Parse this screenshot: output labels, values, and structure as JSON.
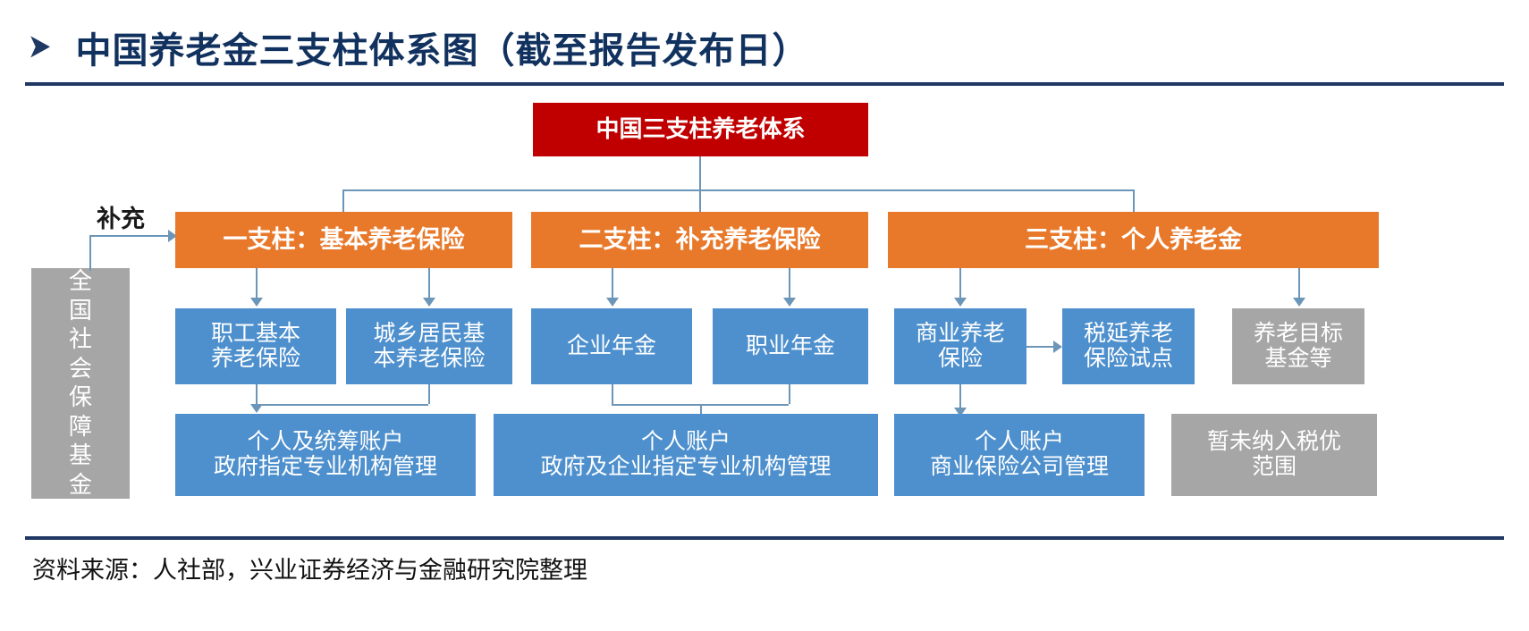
{
  "header": {
    "bullet_icon": "triangle-right-icon",
    "title": "中国养老金三支柱体系图（截至报告发布日）"
  },
  "diagram": {
    "root": {
      "label": "中国三支柱养老体系",
      "color": "#C00000"
    },
    "side_note": {
      "label": "补充"
    },
    "national_fund": {
      "label_lines": [
        "全",
        "国",
        "社",
        "会",
        "保",
        "障",
        "基",
        "金"
      ],
      "label": "全国社会保障基金",
      "color": "#A6A6A6"
    },
    "pillars": [
      {
        "label": "一支柱：基本养老保险",
        "color": "#E8792B"
      },
      {
        "label": "二支柱：补充养老保险",
        "color": "#E8792B"
      },
      {
        "label": "三支柱：个人养老金",
        "color": "#E8792B"
      }
    ],
    "schemes": [
      {
        "lines": [
          "职工基本",
          "养老保险"
        ],
        "color": "#4E90CD"
      },
      {
        "lines": [
          "城乡居民基",
          "本养老保险"
        ],
        "color": "#4E90CD"
      },
      {
        "lines": [
          "企业年金"
        ],
        "color": "#4E90CD"
      },
      {
        "lines": [
          "职业年金"
        ],
        "color": "#4E90CD"
      },
      {
        "lines": [
          "商业养老",
          "保险"
        ],
        "color": "#4E90CD"
      },
      {
        "lines": [
          "税延养老",
          "保险试点"
        ],
        "color": "#4E90CD"
      },
      {
        "lines": [
          "养老目标",
          "基金等"
        ],
        "color": "#A6A6A6"
      }
    ],
    "accounts": [
      {
        "lines": [
          "个人及统筹账户",
          "政府指定专业机构管理"
        ],
        "color": "#4E90CD"
      },
      {
        "lines": [
          "个人账户",
          "政府及企业指定专业机构管理"
        ],
        "color": "#4E90CD"
      },
      {
        "lines": [
          "个人账户",
          "商业保险公司管理"
        ],
        "color": "#4E90CD"
      },
      {
        "lines": [
          "暂未纳入税优",
          "范围"
        ],
        "color": "#A6A6A6"
      }
    ]
  },
  "footer": {
    "source": "资料来源：人社部，兴业证券经济与金融研究院整理"
  }
}
